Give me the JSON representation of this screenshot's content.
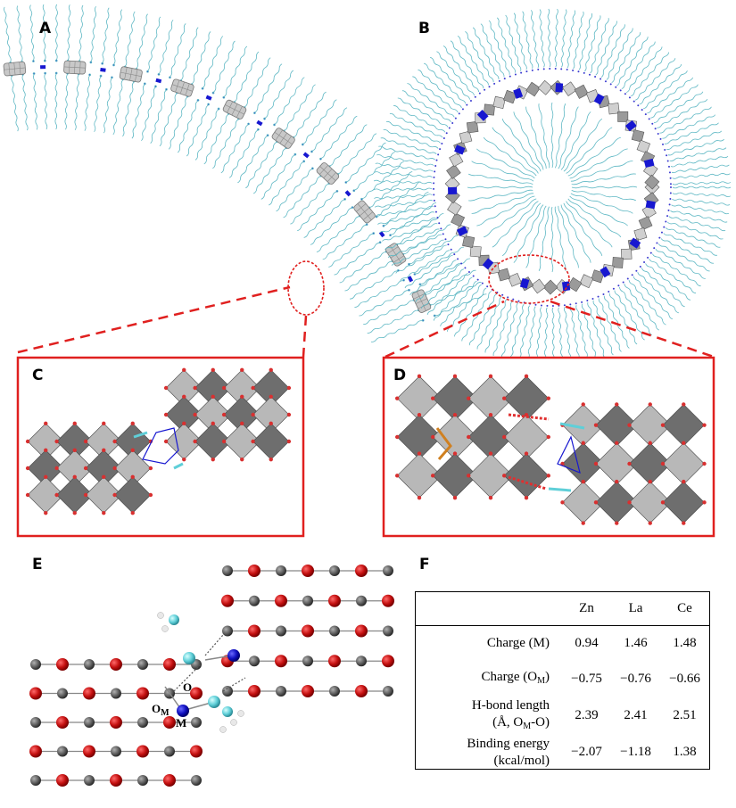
{
  "panels": {
    "a": "A",
    "b": "B",
    "c": "C",
    "d": "D",
    "e": "E",
    "f": "F"
  },
  "atom_labels": {
    "o": "O",
    "om": "O",
    "om_sub": "M",
    "m": "M"
  },
  "table": {
    "headers": [
      "",
      "Zn",
      "La",
      "Ce"
    ],
    "rows": [
      {
        "label": "Charge (M)",
        "label_sub": "",
        "label_tail": "",
        "label2": "",
        "values": [
          "0.94",
          "1.46",
          "1.48"
        ]
      },
      {
        "label": "Charge (O",
        "label_sub": "M",
        "label_tail": ")",
        "label2": "",
        "values": [
          "−0.75",
          "−0.76",
          "−0.66"
        ]
      },
      {
        "label": "H-bond length",
        "label_sub": "",
        "label_tail": "",
        "label2": "(Å, O",
        "label2_sub": "M",
        "label2_tail": "-O)",
        "values": [
          "2.39",
          "2.41",
          "2.51"
        ]
      },
      {
        "label": "Binding energy",
        "label_sub": "",
        "label_tail": "",
        "label2": "(kcal/mol)",
        "label2_sub": "",
        "label2_tail": "",
        "values": [
          "−2.07",
          "−1.18",
          "1.38"
        ]
      }
    ]
  },
  "colors": {
    "box_red": "#e0201f",
    "lipid_cyan": "#5fb8c4",
    "metal_blue": "#1717d0",
    "polyhedron_gray": "#8a8a8a",
    "oxygen_red": "#d01010"
  }
}
